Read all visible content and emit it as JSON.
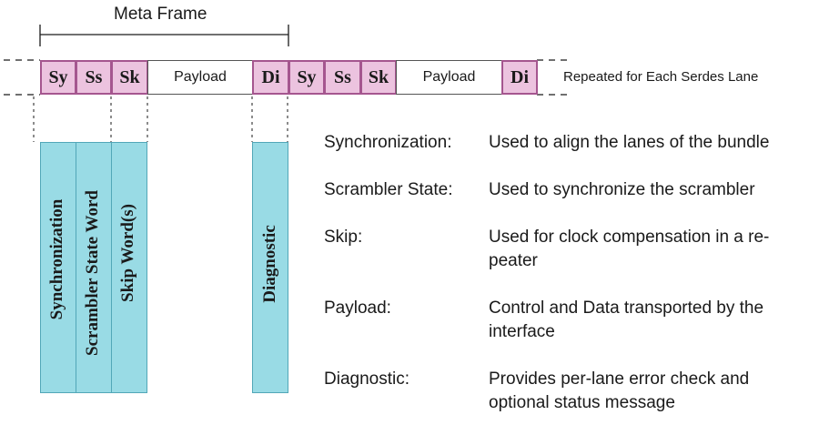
{
  "meta_frame_label": "Meta Frame",
  "repeat_note": "Repeated for Each Serdes Lane",
  "cells": [
    "Sy",
    "Ss",
    "Sk",
    "Payload",
    "Di",
    "Sy",
    "Ss",
    "Sk",
    "Payload",
    "Di"
  ],
  "vertical_labels": [
    "Synchronization",
    "Scrambler State Word",
    "Skip Word(s)",
    "Diagnostic"
  ],
  "legend": [
    {
      "term": "Synchronization:",
      "desc": "Used to align the lanes of the bundle"
    },
    {
      "term": "Scrambler State:",
      "desc": "Used to synchronize the scrambler"
    },
    {
      "term": "Skip:",
      "desc": "Used for clock compensation in a re-peater"
    },
    {
      "term": "Payload:",
      "desc": "Control and Data transported by the interface"
    },
    {
      "term": "Diagnostic:",
      "desc": "Provides per-lane error check and optional status message"
    }
  ],
  "colors": {
    "control_word_fill": "#ecc3df",
    "control_word_border": "#a5568f",
    "expanded_bar_fill": "#99dbe5",
    "payload_fill": "#ffffff"
  }
}
